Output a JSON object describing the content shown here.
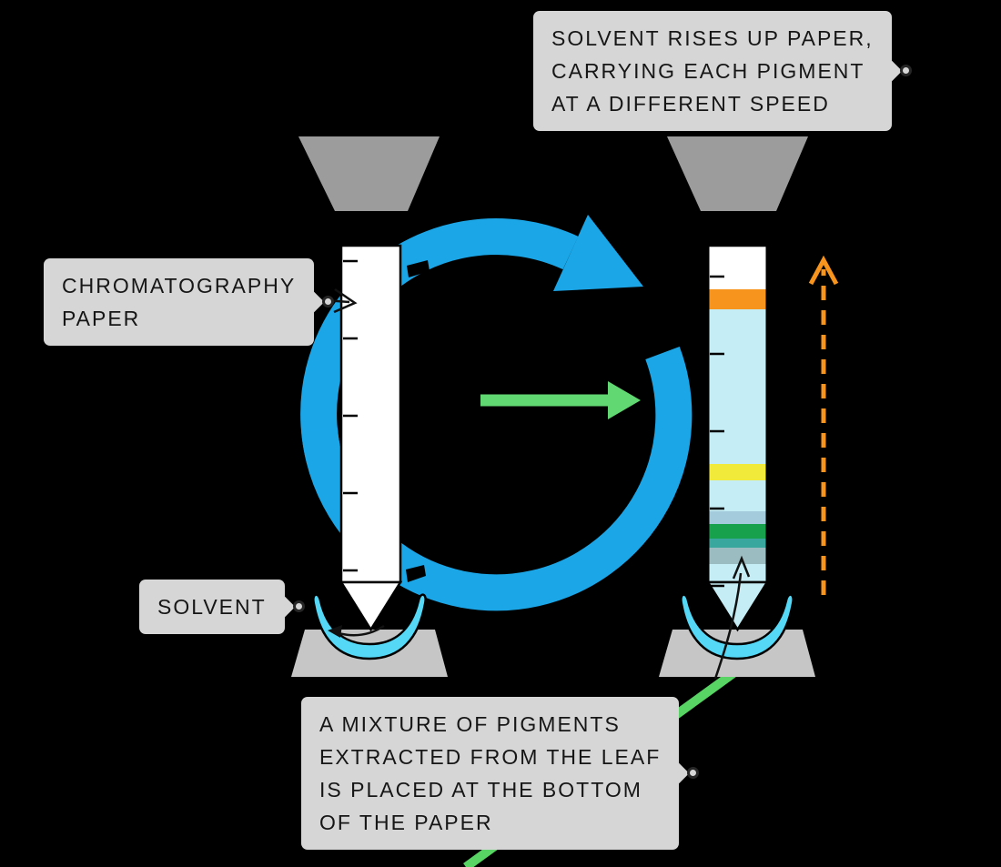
{
  "labels": {
    "solvent_rises": {
      "lines": [
        "SOLVENT RISES UP PAPER,",
        "CARRYING EACH PIGMENT",
        "AT A DIFFERENT SPEED"
      ]
    },
    "chromatography_paper": {
      "lines": [
        "CHROMATOGRAPHY",
        "PAPER"
      ]
    },
    "solvent": {
      "lines": [
        "SOLVENT"
      ]
    },
    "pigment_mixture": {
      "lines": [
        "A MIXTURE OF PIGMENTS",
        "EXTRACTED FROM THE LEAF",
        "IS PLACED AT THE BOTTOM",
        "OF THE PAPER"
      ]
    }
  },
  "colors": {
    "background": "#000000",
    "label_bg": "#d6d6d6",
    "label_text": "#161616",
    "funnel_gray": "#9c9c9c",
    "stand_gray": "#c6c6c6",
    "paper_white": "#ffffff",
    "solvent_liquid": "#55d8f6",
    "cycle_arrow_blue": "#1ba6e8",
    "time_arrow_green": "#62d873",
    "rise_arrow_orange": "#f7941d",
    "leaf_line_green": "#57d463",
    "ink_black": "#111111"
  },
  "right_strip_bands": [
    {
      "name": "white",
      "color": "#ffffff",
      "height": 48
    },
    {
      "name": "orange",
      "color": "#f7941d",
      "height": 22
    },
    {
      "name": "cyan",
      "color": "#c5edf6",
      "height": 170
    },
    {
      "name": "yellow",
      "color": "#f2ea3a",
      "height": 18
    },
    {
      "name": "cyan-2",
      "color": "#c5edf6",
      "height": 34
    },
    {
      "name": "pale-blue",
      "color": "#a3cbdb",
      "height": 14
    },
    {
      "name": "green",
      "color": "#18a14c",
      "height": 16
    },
    {
      "name": "teal",
      "color": "#3aa79f",
      "height": 10
    },
    {
      "name": "gray-teal",
      "color": "#9bbcc0",
      "height": 18
    },
    {
      "name": "cyan-3",
      "color": "#c5edf6",
      "height": 20
    }
  ]
}
